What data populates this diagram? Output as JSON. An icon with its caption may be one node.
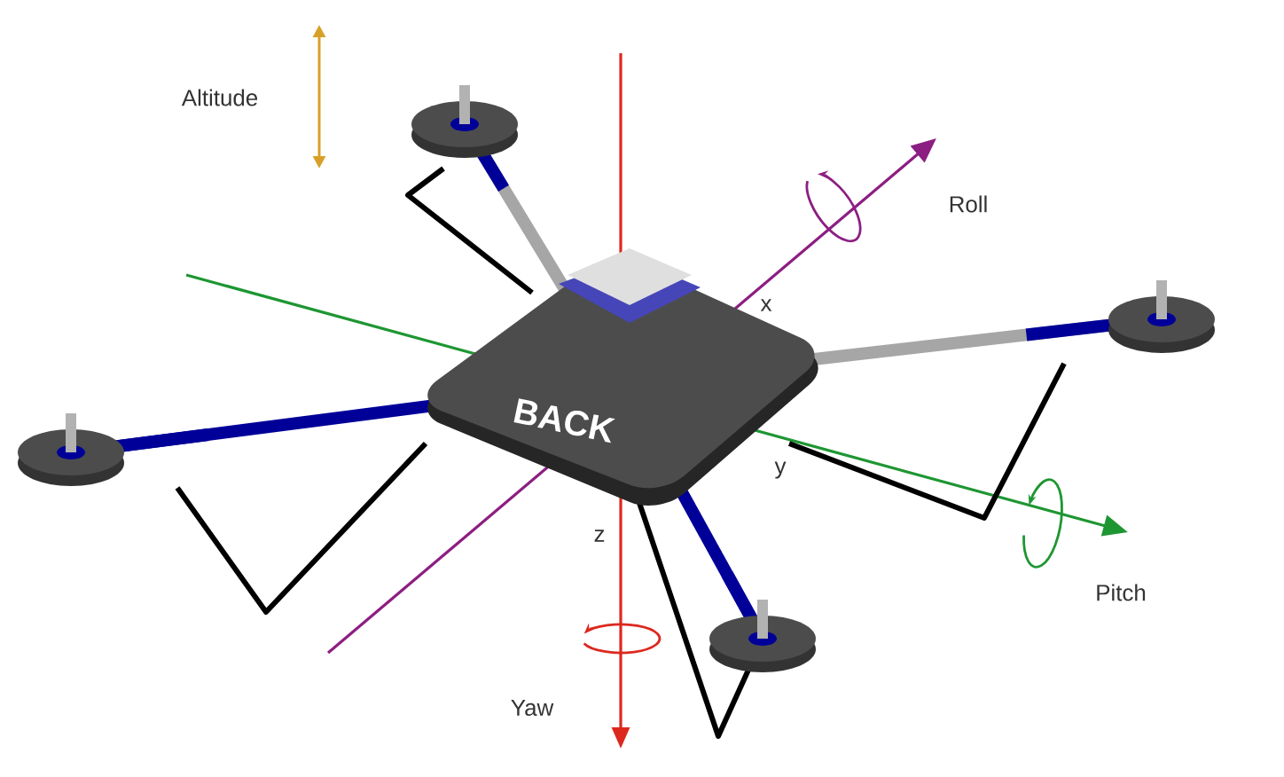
{
  "diagram": {
    "labels": [
      "Altitude",
      "Roll",
      "x",
      "BACK",
      "y",
      "z",
      "Pitch",
      "Yaw"
    ]
  }
}
